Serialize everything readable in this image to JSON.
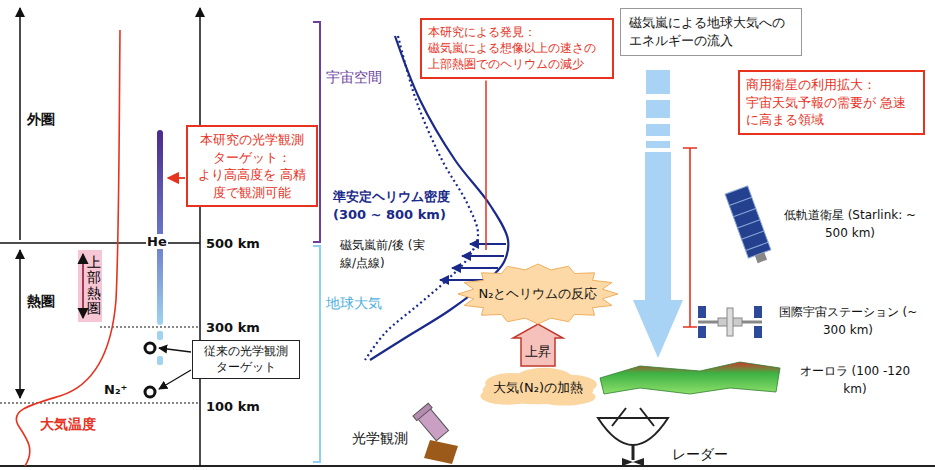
{
  "diagram": {
    "nodes": [
      {
        "text": [
          "本研究の光学観測 ターゲット：",
          "より高高度を 高精度で観測可能"
        ]
      },
      {
        "text": [
          "上部熱圏"
        ]
      },
      {
        "text": [
          "従来の光学観測 ターゲット"
        ]
      },
      {
        "text": [
          "本研究による発見：",
          "磁気嵐による想像以上の速さの 上部熱圏でのヘリウムの減少"
        ]
      },
      {
        "text": [
          "磁気嵐による地球大気への エネルギーの流入"
        ]
      },
      {
        "text": [
          "商用衛星の利用拡大：",
          "宇宙天気予報の需要が 急速に高まる領域"
        ]
      },
      {
        "text": [
          "N₂とヘリウムの反応"
        ]
      },
      {
        "text": [
          "大気(N₂)の加熱"
        ]
      }
    ],
    "edges": [
      {
        "from": 7,
        "to": 6,
        "arrow": "to",
        "label": "上昇"
      }
    ],
    "labels": [
      "500 km",
      "300 km",
      "100 km",
      "外圏",
      "熱圏",
      "He",
      "N₂⁺",
      "大気温度",
      "宇宙空間",
      "地球大気",
      "準安定ヘリウム密度 (300 ~ 800 km)",
      "磁気嵐前/後 (実線/点線)",
      "光学観測",
      "レーダー",
      "低軌道衛星 (Starlink: ~ 500 km)",
      "国際宇宙ステーション (~ 300 km)",
      "オーロラ (100 -120 km)"
    ]
  }
}
